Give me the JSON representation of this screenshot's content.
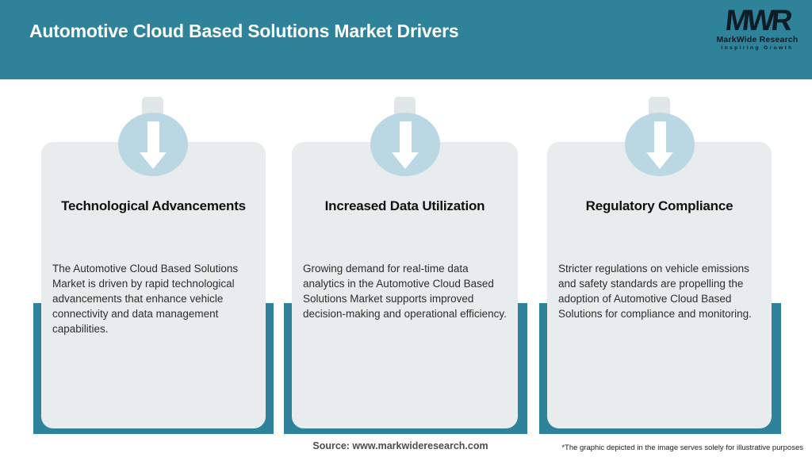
{
  "header": {
    "title": "Automotive Cloud Based Solutions Market Drivers",
    "logo": {
      "acronym": "MWR",
      "name": "MarkWide Research",
      "tagline": "Inspiring Growth"
    }
  },
  "cards": [
    {
      "icon": "down-arrow-icon",
      "title": "Technological Advancements",
      "body": "The Automotive Cloud Based Solutions Market is driven by rapid technological advancements that enhance vehicle connectivity and data management capabilities."
    },
    {
      "icon": "down-arrow-icon",
      "title": "Increased Data Utilization",
      "body": "Growing demand for real-time data analytics in the Automotive Cloud Based Solutions Market supports improved decision-making and operational efficiency."
    },
    {
      "icon": "down-arrow-icon",
      "title": "Regulatory Compliance",
      "body": "Stricter regulations on vehicle emissions and safety standards are propelling the adoption of Automotive Cloud Based Solutions for compliance and monitoring."
    }
  ],
  "footer": {
    "source": "Source: www.markwideresearch.com",
    "disclaimer": "*The graphic depicted in the image serves solely for illustrative purposes"
  },
  "colors": {
    "header_teal": "#2e8299",
    "card_backing_teal": "#2e8299",
    "card_bg": "#e9eced",
    "icon_circle_blue": "#b9d8e4",
    "arrow_white": "#ffffff",
    "title_text": "#101010",
    "body_text": "#2d2d2d"
  }
}
